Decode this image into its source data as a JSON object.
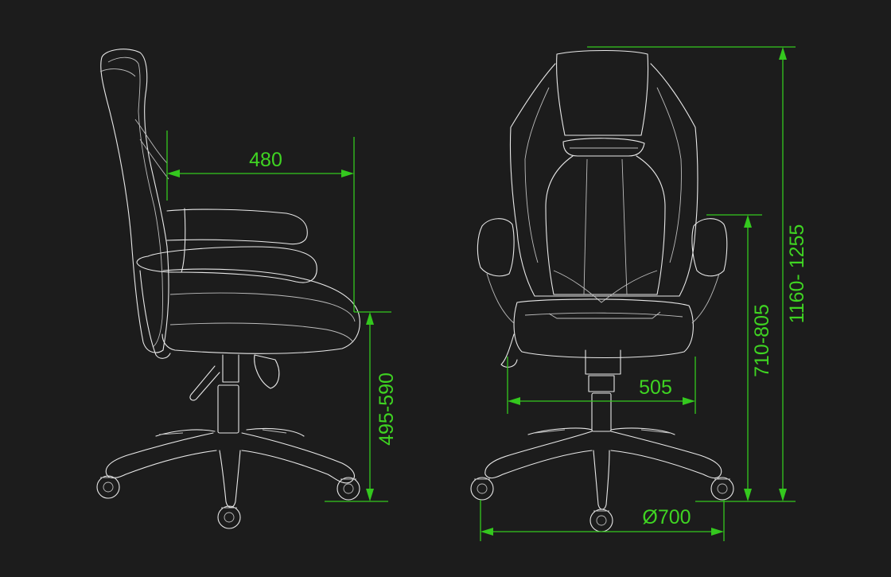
{
  "dimensions": {
    "seat_depth": "480",
    "seat_height": "495-590",
    "seat_width": "505",
    "armrest_height": "710-805",
    "total_height": "1160- 1255",
    "base_diameter": "Ø700"
  },
  "colors": {
    "background": "#1c1c1c",
    "line": "#e8e8e8",
    "dimension": "#34c81e"
  }
}
